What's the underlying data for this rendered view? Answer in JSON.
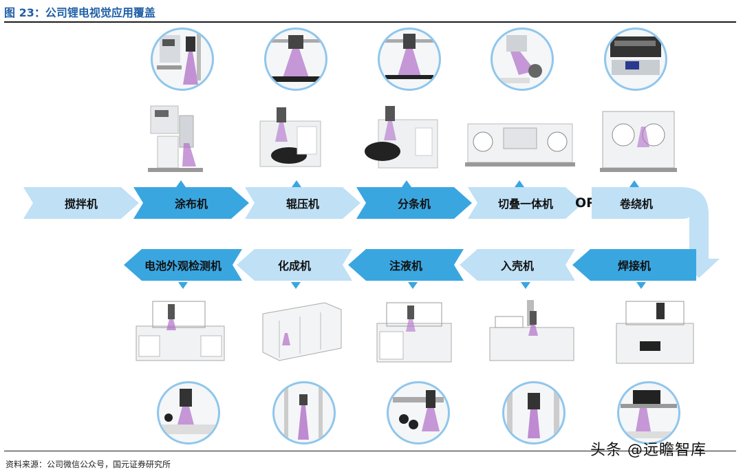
{
  "figure": {
    "title": "图 23：公司锂电视觉应用覆盖",
    "source": "资料来源：公司微信公众号，国元证券研究所",
    "watermark": "头条 @远瞻智库"
  },
  "process": {
    "top_row": [
      {
        "label": "搅拌机",
        "style": "light"
      },
      {
        "label": "涂布机",
        "style": "dark"
      },
      {
        "label": "辊压机",
        "style": "light"
      },
      {
        "label": "分条机",
        "style": "dark"
      },
      {
        "label": "切叠一体机",
        "style": "light"
      },
      {
        "label": "卷绕机",
        "style": "light"
      }
    ],
    "or_text": "OR",
    "bottom_row": [
      {
        "label": "电池外观检测机",
        "style": "dark"
      },
      {
        "label": "化成机",
        "style": "light"
      },
      {
        "label": "注液机",
        "style": "dark"
      },
      {
        "label": "入壳机",
        "style": "light"
      },
      {
        "label": "焊接机",
        "style": "dark"
      }
    ]
  },
  "colors": {
    "light_arrow": "#bfe0f5",
    "dark_arrow": "#3aa6e0",
    "title": "#1f5fa6",
    "camera_beam": "#b06fc8",
    "circle_border": "#8fc6ec"
  }
}
